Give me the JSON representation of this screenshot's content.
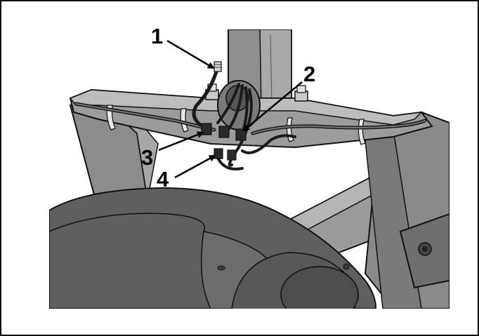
{
  "callouts": [
    {
      "label": "1"
    },
    {
      "label": "2"
    },
    {
      "label": "3"
    },
    {
      "label": "4"
    }
  ],
  "colors": {
    "frame_fill": "#8e8e8e",
    "frame_dark": "#6a6a6a",
    "frame_light": "#b8b8b8",
    "cable": "#1a1a1a",
    "outline": "#111111",
    "background": "#ffffff"
  }
}
